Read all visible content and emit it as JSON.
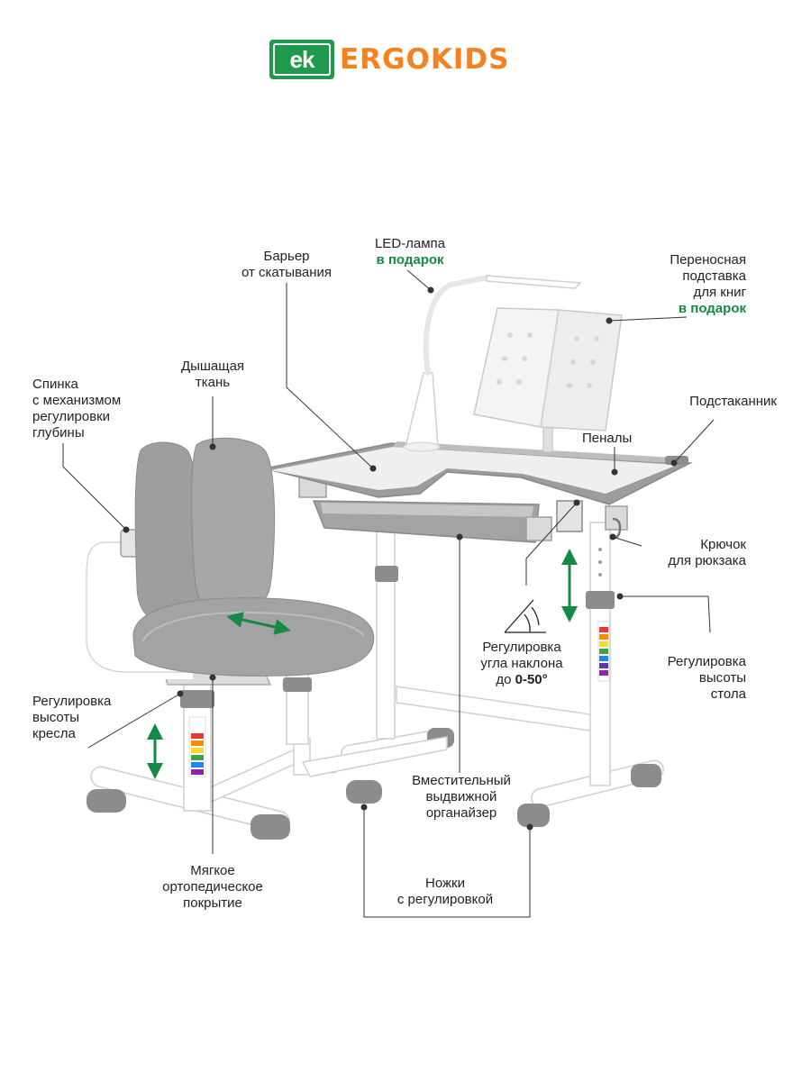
{
  "brand": {
    "mark_text": "ek",
    "name": "ERGOKIDS",
    "colors": {
      "orange": "#f5821f",
      "green": "#1f9a4a",
      "gift_green": "#148a45",
      "product_gray": "#9a9a9a"
    }
  },
  "labels": {
    "barrier": [
      "Барьер",
      "от скатывания"
    ],
    "lamp": [
      "LED-лампа"
    ],
    "lamp_gift": "в подарок",
    "book_stand": [
      "Переносная",
      "подставка",
      "для книг"
    ],
    "book_stand_gift": "в подарок",
    "back": [
      "Спинка",
      "с механизмом",
      "регулировки",
      "глубины"
    ],
    "fabric": [
      "Дышащая",
      "ткань"
    ],
    "cup_holder": [
      "Подстаканник"
    ],
    "pencil": [
      "Пеналы"
    ],
    "hook": [
      "Крючок",
      "для рюкзака"
    ],
    "tilt": [
      "Регулировка",
      "угла наклона"
    ],
    "tilt_range_prefix": "до ",
    "tilt_range": "0-50°",
    "desk_height": [
      "Регулировка",
      "высоты",
      "стола"
    ],
    "chair_height": [
      "Регулировка",
      "высоты",
      "кресла"
    ],
    "organizer": [
      "Вместительный",
      "выдвижной",
      "органайзер"
    ],
    "cover": [
      "Мягкое",
      "ортопедическое",
      "покрытие"
    ],
    "feet": [
      "Ножки",
      "с регулировкой"
    ]
  },
  "icons": [
    "ergokids-logo-mark",
    "double-arrow-vertical-icon",
    "double-arrow-horizontal-icon",
    "tilt-angle-icon",
    "callout-pointer-dot"
  ]
}
